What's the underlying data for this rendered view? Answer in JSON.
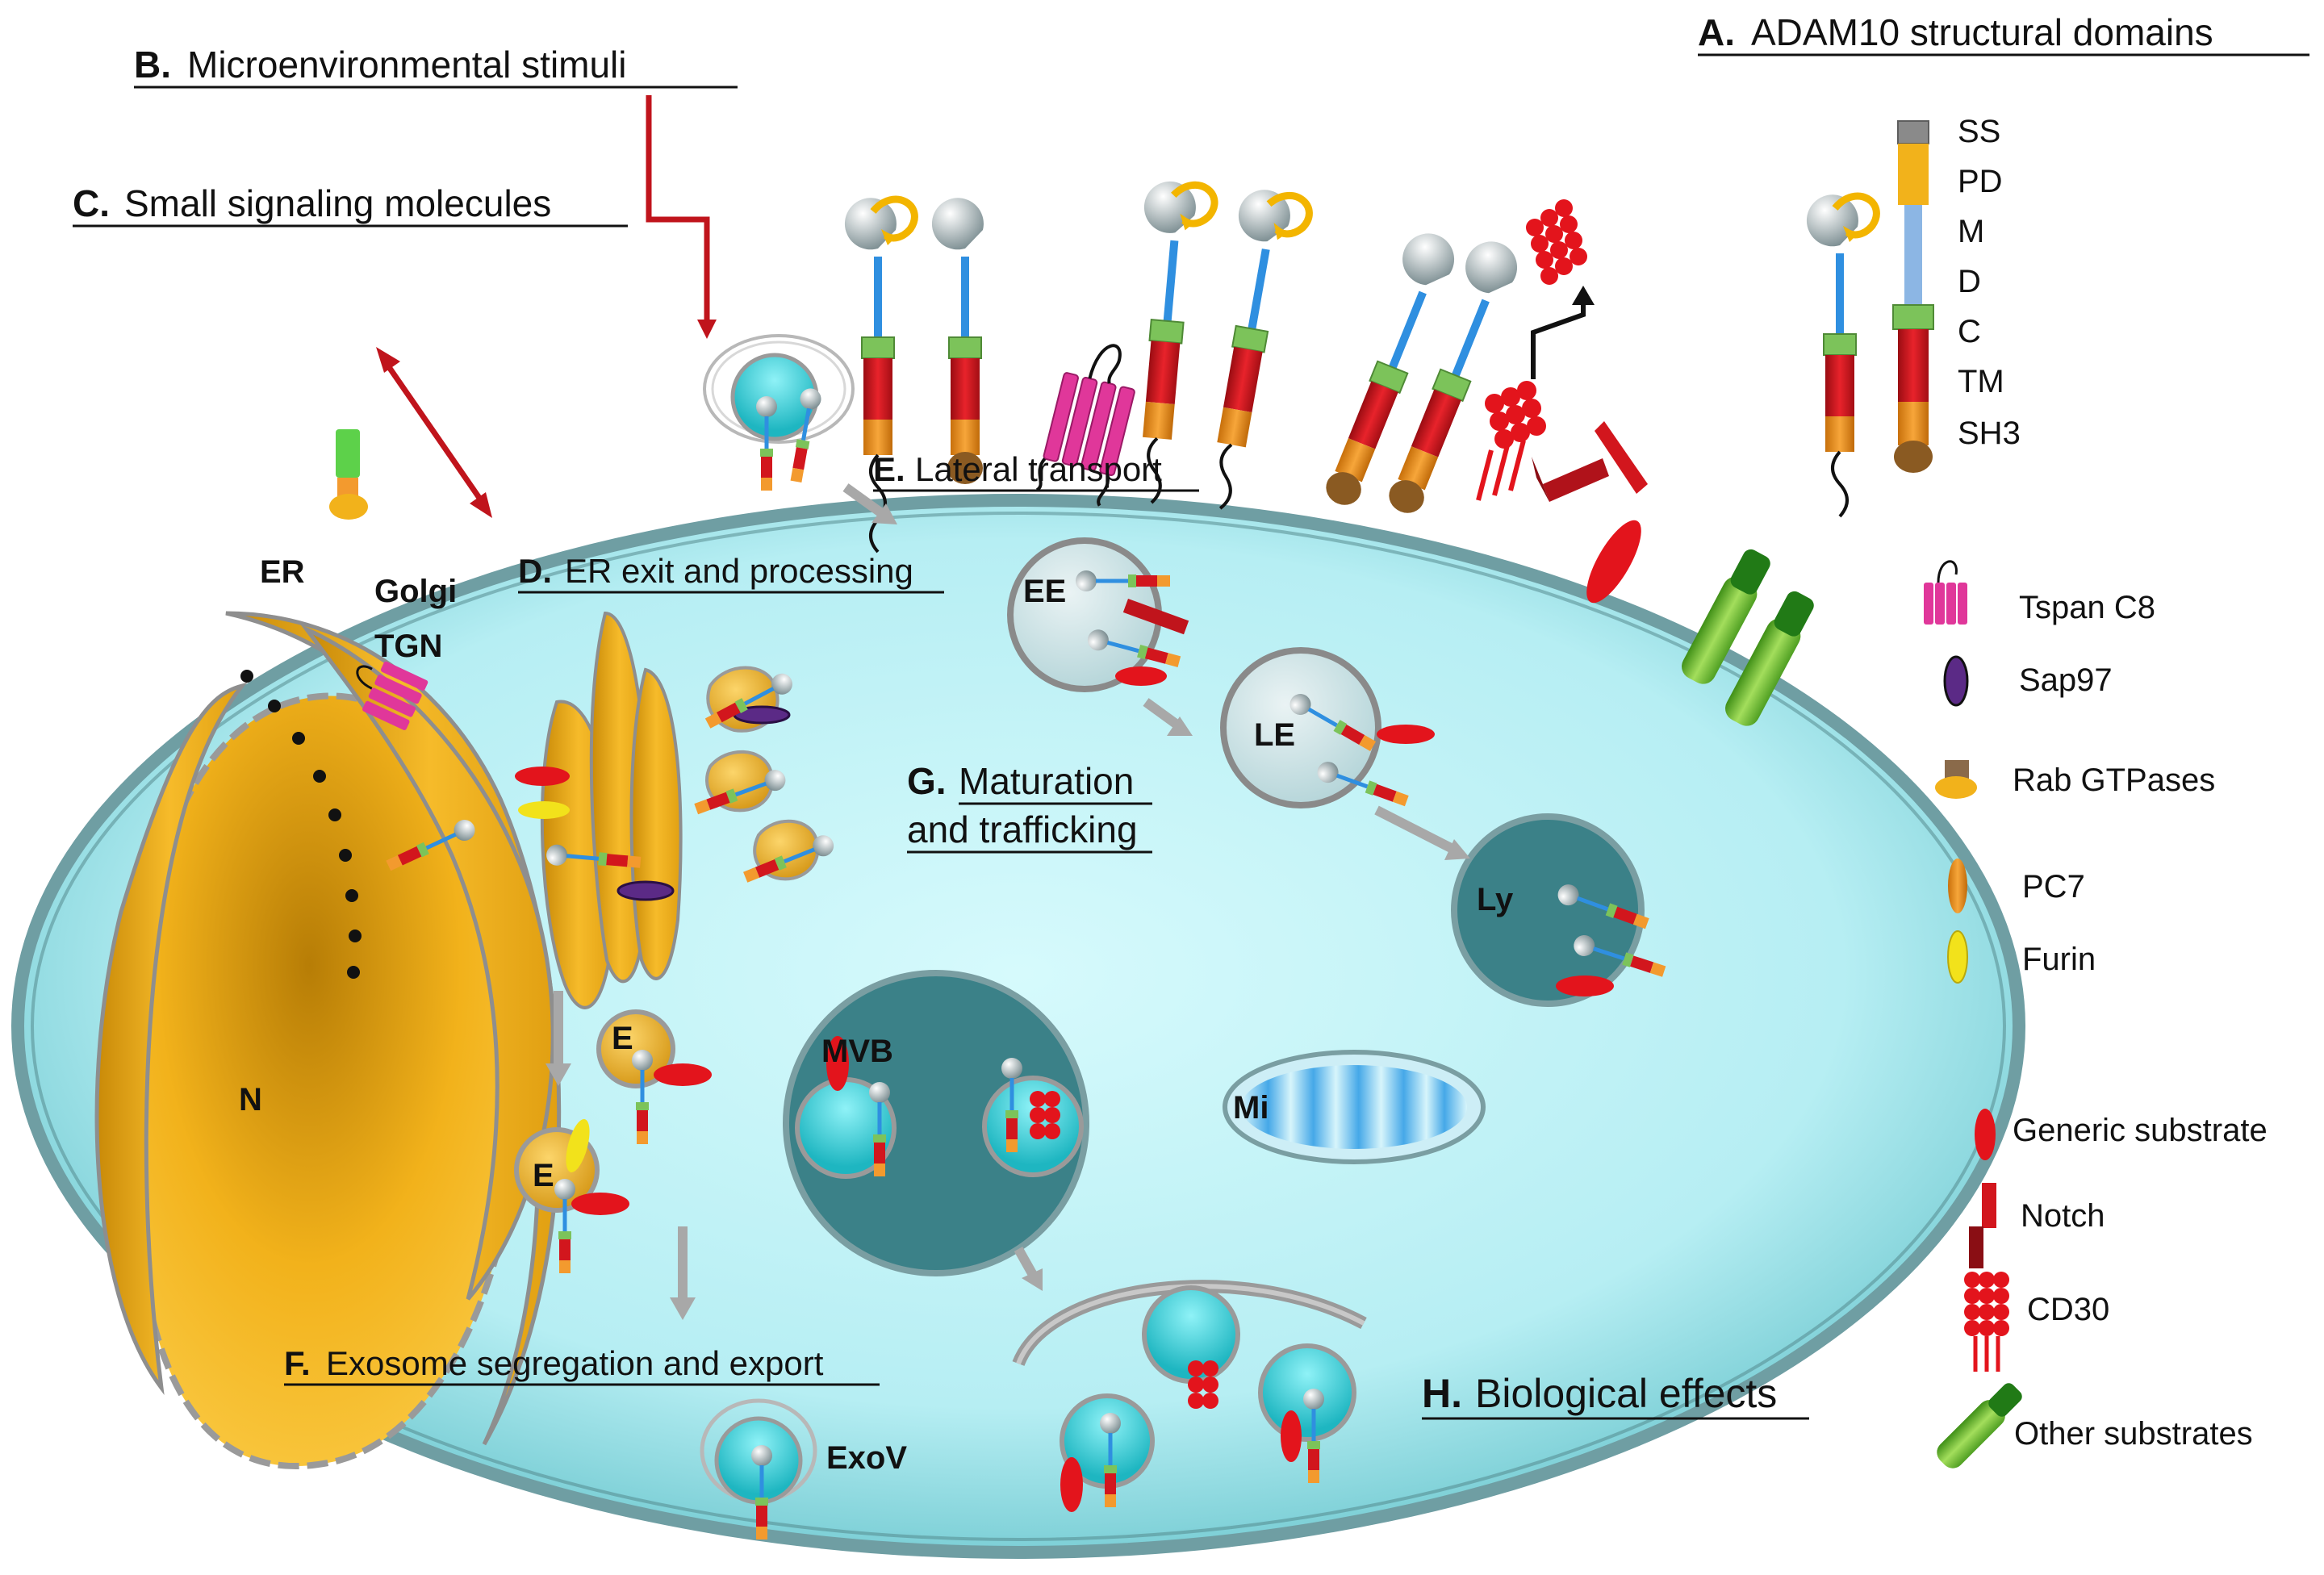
{
  "headings": {
    "a": {
      "letter": "A.",
      "text": "ADAM10 structural domains"
    },
    "b": {
      "letter": "B.",
      "text": "Microenvironmental stimuli"
    },
    "c": {
      "letter": "C.",
      "text": "Small signaling molecules"
    },
    "d": {
      "letter": "D.",
      "text": "ER exit and processing"
    },
    "e": {
      "letter": "E.",
      "text": "Lateral transport"
    },
    "f": {
      "letter": "F.",
      "text": "Exosome segregation and export"
    },
    "g": {
      "letter": "G.",
      "line1": "Maturation",
      "line2": "and trafficking"
    },
    "h": {
      "letter": "H.",
      "text": "Biological effects"
    }
  },
  "domains": [
    "SS",
    "PD",
    "M",
    "D",
    "C",
    "TM",
    "SH3"
  ],
  "organelles": {
    "er": "ER",
    "golgi": "Golgi",
    "tgn": "TGN",
    "nucleus": "N",
    "early_endosome": "EE",
    "late_endosome": "LE",
    "lysosome": "Ly",
    "mvb": "MVB",
    "mitochondrion": "Mi",
    "endosome_small": "E",
    "exosome_vesicle": "ExoV"
  },
  "legend": [
    {
      "icon": "tspan-c8-icon",
      "label": "Tspan C8"
    },
    {
      "icon": "sap97-icon",
      "label": "Sap97"
    },
    {
      "icon": "rab-gtpase-icon",
      "label": "Rab GTPases"
    },
    {
      "icon": "pc7-icon",
      "label": "PC7"
    },
    {
      "icon": "furin-icon",
      "label": "Furin"
    },
    {
      "icon": "generic-substrate-icon",
      "label": "Generic substrate"
    },
    {
      "icon": "notch-icon",
      "label": "Notch"
    },
    {
      "icon": "cd30-icon",
      "label": "CD30"
    },
    {
      "icon": "other-substrates-icon",
      "label": "Other substrates"
    }
  ],
  "colors": {
    "cytoplasm": "#bdf0f4",
    "membrane": "#6f9ea3",
    "organelle_gold": "#f2b21b",
    "lysosome_dark": "#3b8188",
    "arrow_red": "#c0141c",
    "arrow_grey": "#a8a8a8",
    "tspan_pink": "#e0379a",
    "sap97_purple": "#5b2a86",
    "substrate_red": "#e3141c",
    "notch_red": "#a8141a",
    "other_green": "#76c043"
  }
}
